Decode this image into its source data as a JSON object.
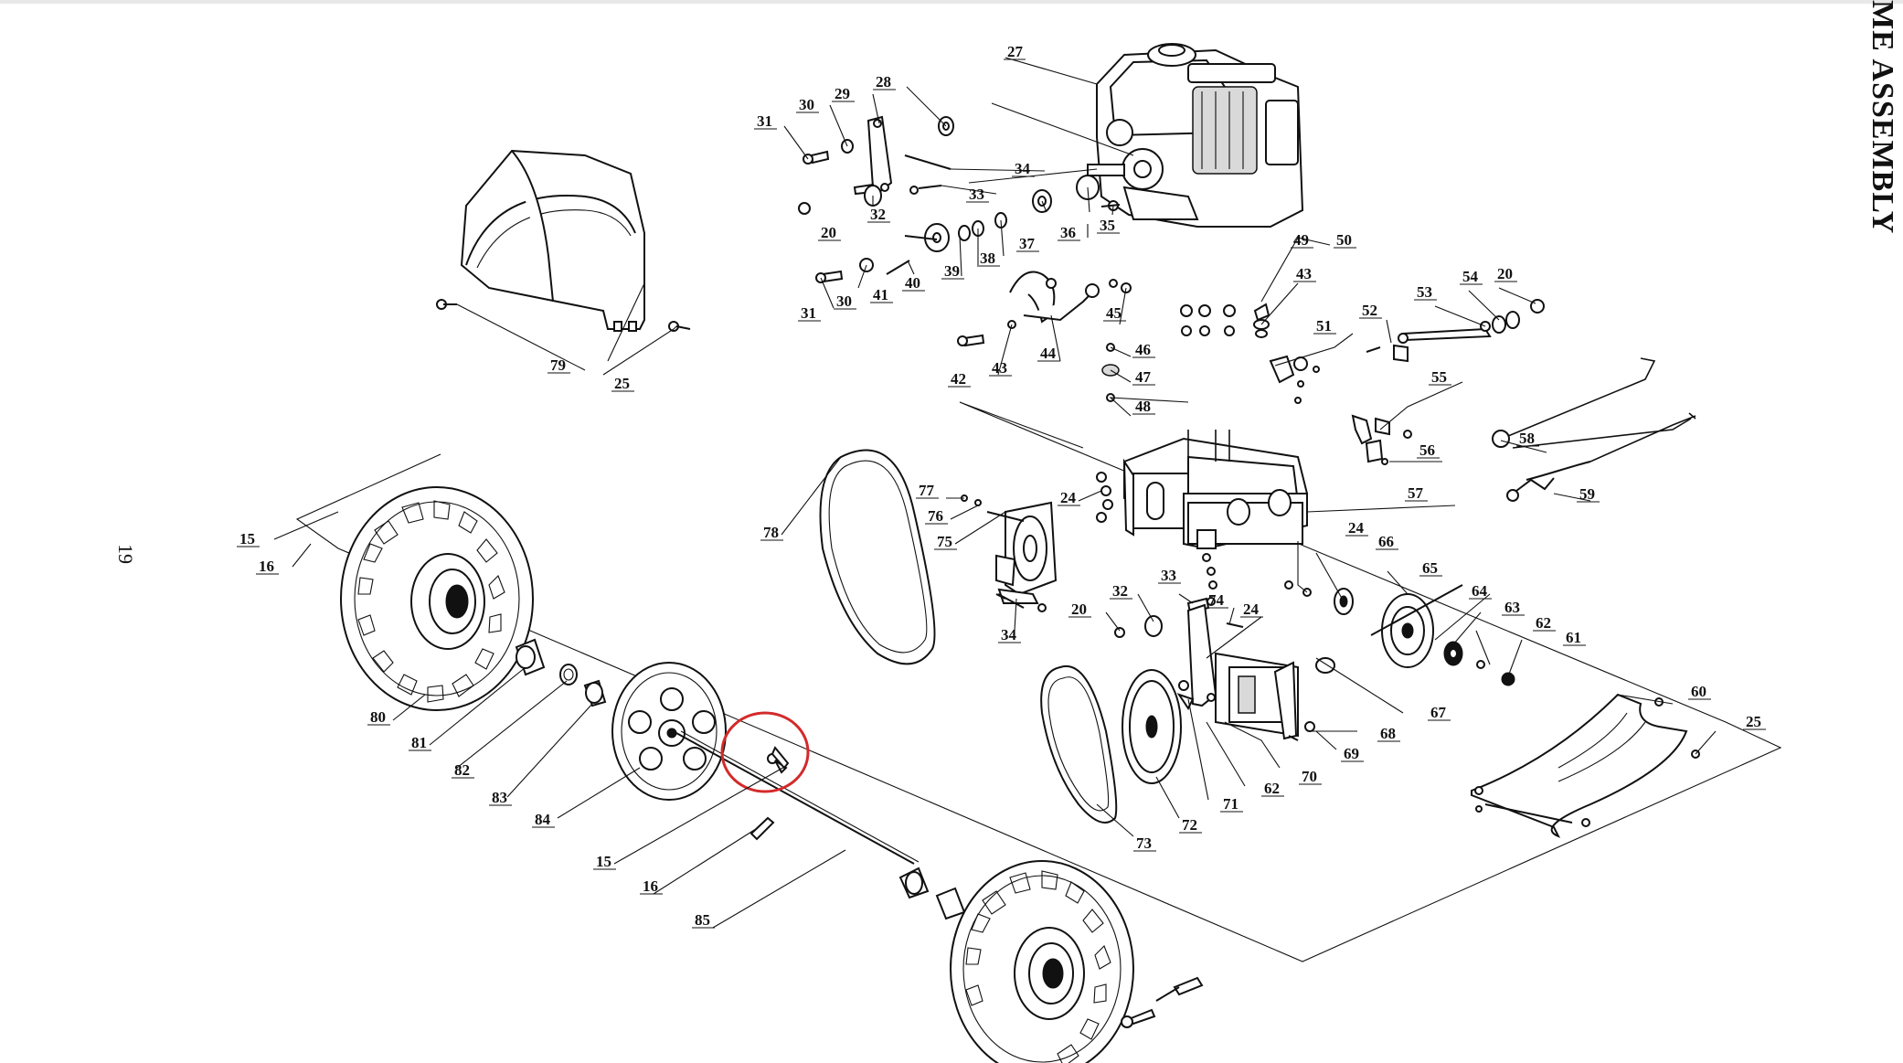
{
  "page": {
    "heading": "ME ASSEMBLY",
    "page_number": "19"
  },
  "callouts": [
    {
      "label": "27"
    },
    {
      "label": "28"
    },
    {
      "label": "29"
    },
    {
      "label": "30"
    },
    {
      "label": "31"
    },
    {
      "label": "34"
    },
    {
      "label": "33"
    },
    {
      "label": "32"
    },
    {
      "label": "20"
    },
    {
      "label": "37"
    },
    {
      "label": "36"
    },
    {
      "label": "35"
    },
    {
      "label": "39"
    },
    {
      "label": "38"
    },
    {
      "label": "40"
    },
    {
      "label": "41"
    },
    {
      "label": "30"
    },
    {
      "label": "31"
    },
    {
      "label": "49"
    },
    {
      "label": "50"
    },
    {
      "label": "43"
    },
    {
      "label": "45"
    },
    {
      "label": "44"
    },
    {
      "label": "43"
    },
    {
      "label": "42"
    },
    {
      "label": "46"
    },
    {
      "label": "47"
    },
    {
      "label": "48"
    },
    {
      "label": "51"
    },
    {
      "label": "52"
    },
    {
      "label": "53"
    },
    {
      "label": "54"
    },
    {
      "label": "20"
    },
    {
      "label": "55"
    },
    {
      "label": "56"
    },
    {
      "label": "57"
    },
    {
      "label": "58"
    },
    {
      "label": "59"
    },
    {
      "label": "79"
    },
    {
      "label": "25"
    },
    {
      "label": "77"
    },
    {
      "label": "76"
    },
    {
      "label": "75"
    },
    {
      "label": "78"
    },
    {
      "label": "24"
    },
    {
      "label": "24"
    },
    {
      "label": "66"
    },
    {
      "label": "65"
    },
    {
      "label": "64"
    },
    {
      "label": "63"
    },
    {
      "label": "62"
    },
    {
      "label": "61"
    },
    {
      "label": "15"
    },
    {
      "label": "16"
    },
    {
      "label": "34"
    },
    {
      "label": "20"
    },
    {
      "label": "32"
    },
    {
      "label": "33"
    },
    {
      "label": "74"
    },
    {
      "label": "24"
    },
    {
      "label": "67"
    },
    {
      "label": "68"
    },
    {
      "label": "69"
    },
    {
      "label": "70"
    },
    {
      "label": "62"
    },
    {
      "label": "71"
    },
    {
      "label": "72"
    },
    {
      "label": "73"
    },
    {
      "label": "60"
    },
    {
      "label": "25"
    },
    {
      "label": "80"
    },
    {
      "label": "81"
    },
    {
      "label": "82"
    },
    {
      "label": "83"
    },
    {
      "label": "84"
    },
    {
      "label": "15"
    },
    {
      "label": "16"
    },
    {
      "label": "85"
    }
  ],
  "highlight": {
    "color": "#d42a2a"
  },
  "colors": {
    "ink": "#111111",
    "paper": "#ffffff"
  }
}
